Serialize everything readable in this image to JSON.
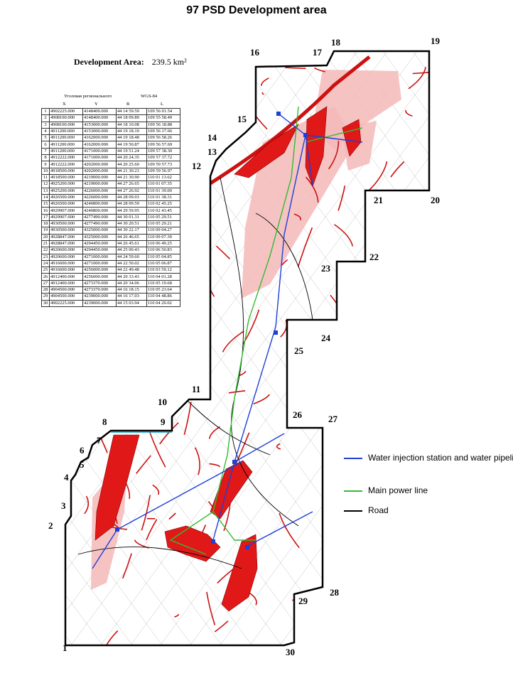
{
  "title": "97 PSD Development area",
  "development_area": {
    "label": "Development Area:",
    "value": "239.5 km²"
  },
  "table": {
    "group_headers": [
      "Уголовая регионального",
      "WGS-84"
    ],
    "columns": [
      "X",
      "Y",
      "B",
      "L"
    ],
    "rows": [
      [
        "1",
        "4902225.000",
        "4148400.000",
        "44 14 59.59",
        "109 56 01.54"
      ],
      [
        "2",
        "4908100.000",
        "4148400.000",
        "44 18 09.89",
        "109 55 58.49"
      ],
      [
        "3",
        "4908100.000",
        "4153000.000",
        "44 18 10.08",
        "109 56 18.88"
      ],
      [
        "4",
        "4911200.000",
        "4153000.000",
        "44 19 18.10",
        "109 56 17.66"
      ],
      [
        "5",
        "4911200.000",
        "4162000.000",
        "44 19 18.48",
        "109 56 58.26"
      ],
      [
        "6",
        "4911200.000",
        "4162000.000",
        "44 19 50.87",
        "109 56 57.69"
      ],
      [
        "7",
        "4911200.000",
        "4171000.000",
        "44 19 51.24",
        "109 57 38.30"
      ],
      [
        "8",
        "4912222.000",
        "4171000.000",
        "44 20 24.35",
        "109 57 37.72"
      ],
      [
        "9",
        "4912222.000",
        "4202000.000",
        "44 20 25.60",
        "109 59 57.73"
      ],
      [
        "10",
        "4918500.000",
        "4202000.000",
        "44 21 30.23",
        "109 59 56.97"
      ],
      [
        "11",
        "4918500.000",
        "4219000.000",
        "44 21 30.90",
        "110 01 13.62"
      ],
      [
        "12",
        "4925200.000",
        "4219000.000",
        "44 27 26.65",
        "110 01 07.35"
      ],
      [
        "13",
        "4925200.000",
        "4226000.000",
        "44 27 26.92",
        "110 01 39.00"
      ],
      [
        "14",
        "4926500.000",
        "4226000.000",
        "44 28 09.03",
        "110 01 38.31"
      ],
      [
        "15",
        "4926500.000",
        "4240800.000",
        "44 28 09.59",
        "110 02 45.25"
      ],
      [
        "16",
        "4929907.000",
        "4240800.000",
        "44 29 59.95",
        "110 02 43.45"
      ],
      [
        "17",
        "4929907.000",
        "4277490.000",
        "44 30 01.31",
        "110 05 29.51"
      ],
      [
        "18",
        "4930500.000",
        "4277490.000",
        "44 30 20.51",
        "110 05 29.21"
      ],
      [
        "19",
        "4930500.000",
        "4325000.000",
        "44 30 22.17",
        "110 09 04.27"
      ],
      [
        "20",
        "4928847.000",
        "4325000.000",
        "44 26 46.65",
        "110 09 07.39"
      ],
      [
        "21",
        "4928847.000",
        "4294450.000",
        "44 26 45.61",
        "110 06 49.25"
      ],
      [
        "22",
        "4920600.000",
        "4294450.000",
        "44 25 00.43",
        "110 06 50.83"
      ],
      [
        "23",
        "4920600.000",
        "4271000.000",
        "44 24 59.60",
        "110 05 04.85"
      ],
      [
        "24",
        "4916600.000",
        "4271000.000",
        "44 22 50.02",
        "110 05 06.87"
      ],
      [
        "25",
        "4916600.000",
        "4256000.000",
        "44 22 49.48",
        "110 03 59.12"
      ],
      [
        "26",
        "4912400.000",
        "4256000.000",
        "44 20 33.43",
        "110 04 01.28"
      ],
      [
        "27",
        "4912400.000",
        "4273370.000",
        "44 20 34.06",
        "110 05 19.68"
      ],
      [
        "28",
        "4904500.000",
        "4273370.000",
        "44 16 18.15",
        "110 05 23.64"
      ],
      [
        "29",
        "4904500.000",
        "4239000.000",
        "44 16 17.03",
        "110 04 48.86"
      ],
      [
        "30",
        "4902225.000",
        "4239000.000",
        "44 15 03.94",
        "110 04 20.02"
      ]
    ]
  },
  "boundary_points": [
    {
      "id": "1",
      "label": "1"
    },
    {
      "id": "2",
      "label": "2"
    },
    {
      "id": "3",
      "label": "3"
    },
    {
      "id": "4",
      "label": "4"
    },
    {
      "id": "5",
      "label": "5"
    },
    {
      "id": "6",
      "label": "6"
    },
    {
      "id": "7",
      "label": "7"
    },
    {
      "id": "8",
      "label": "8"
    },
    {
      "id": "9",
      "label": "9"
    },
    {
      "id": "10",
      "label": "10"
    },
    {
      "id": "11",
      "label": "11"
    },
    {
      "id": "12",
      "label": "12"
    },
    {
      "id": "13",
      "label": "13"
    },
    {
      "id": "14",
      "label": "14"
    },
    {
      "id": "15",
      "label": "15"
    },
    {
      "id": "16",
      "label": "16"
    },
    {
      "id": "17",
      "label": "17"
    },
    {
      "id": "18",
      "label": "18"
    },
    {
      "id": "19",
      "label": "19"
    },
    {
      "id": "20",
      "label": "20"
    },
    {
      "id": "21",
      "label": "21"
    },
    {
      "id": "22",
      "label": "22"
    },
    {
      "id": "23",
      "label": "23"
    },
    {
      "id": "24",
      "label": "24"
    },
    {
      "id": "25",
      "label": "25"
    },
    {
      "id": "26",
      "label": "26"
    },
    {
      "id": "27",
      "label": "27"
    },
    {
      "id": "28",
      "label": "28"
    },
    {
      "id": "29",
      "label": "29"
    },
    {
      "id": "30",
      "label": "30"
    }
  ],
  "legend": [
    {
      "label": "Water injection station and water pipelines",
      "color": "#1f3fd6"
    },
    {
      "label": "Main power line",
      "color": "#33bb33"
    },
    {
      "label": "Road",
      "color": "#000000"
    }
  ],
  "colors": {
    "fault": "#cc1111",
    "field": "#e01818",
    "halo": "#f4b8b8",
    "pipeline": "#1f3fd6",
    "power": "#33bb33",
    "road": "#000000",
    "grid": "#999999"
  }
}
